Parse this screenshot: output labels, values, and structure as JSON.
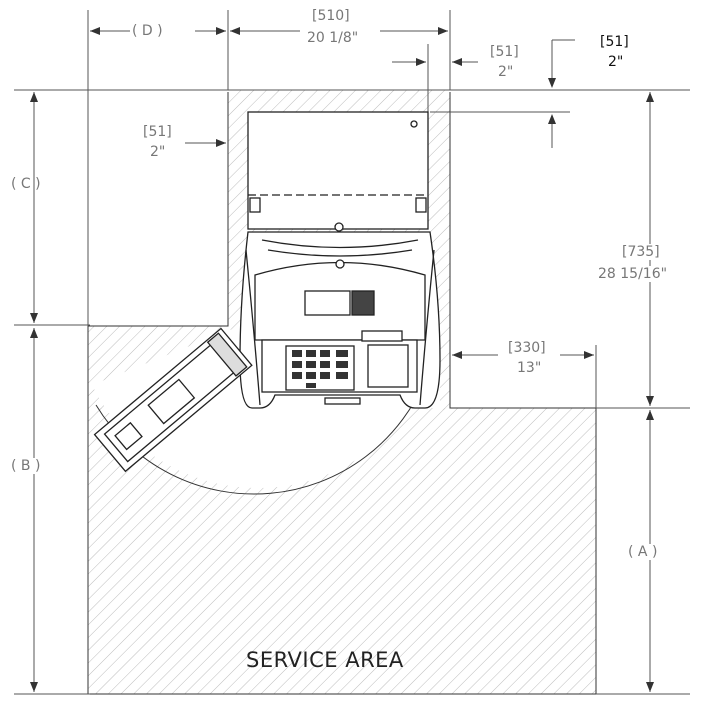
{
  "service_area_label": "SERVICE AREA",
  "dimensions": {
    "d": "( D )",
    "c": "( C )",
    "b": "( B )",
    "a": "( A )",
    "width_mm": "[510]",
    "width_in": "20 1/8\"",
    "gap_right_mm": "[51]",
    "gap_right_in": "2\"",
    "gap_top_mm": "[51]",
    "gap_top_in": "2\"",
    "gap_left_mm": "[51]",
    "gap_left_in": "2\"",
    "depth_mm": "[735]",
    "depth_in": "28 15/16\"",
    "side_mm": "[330]",
    "side_in": "13\""
  },
  "colors": {
    "line": "#222222",
    "hatch": "#bdbdbd",
    "dim_text": "#777777"
  }
}
